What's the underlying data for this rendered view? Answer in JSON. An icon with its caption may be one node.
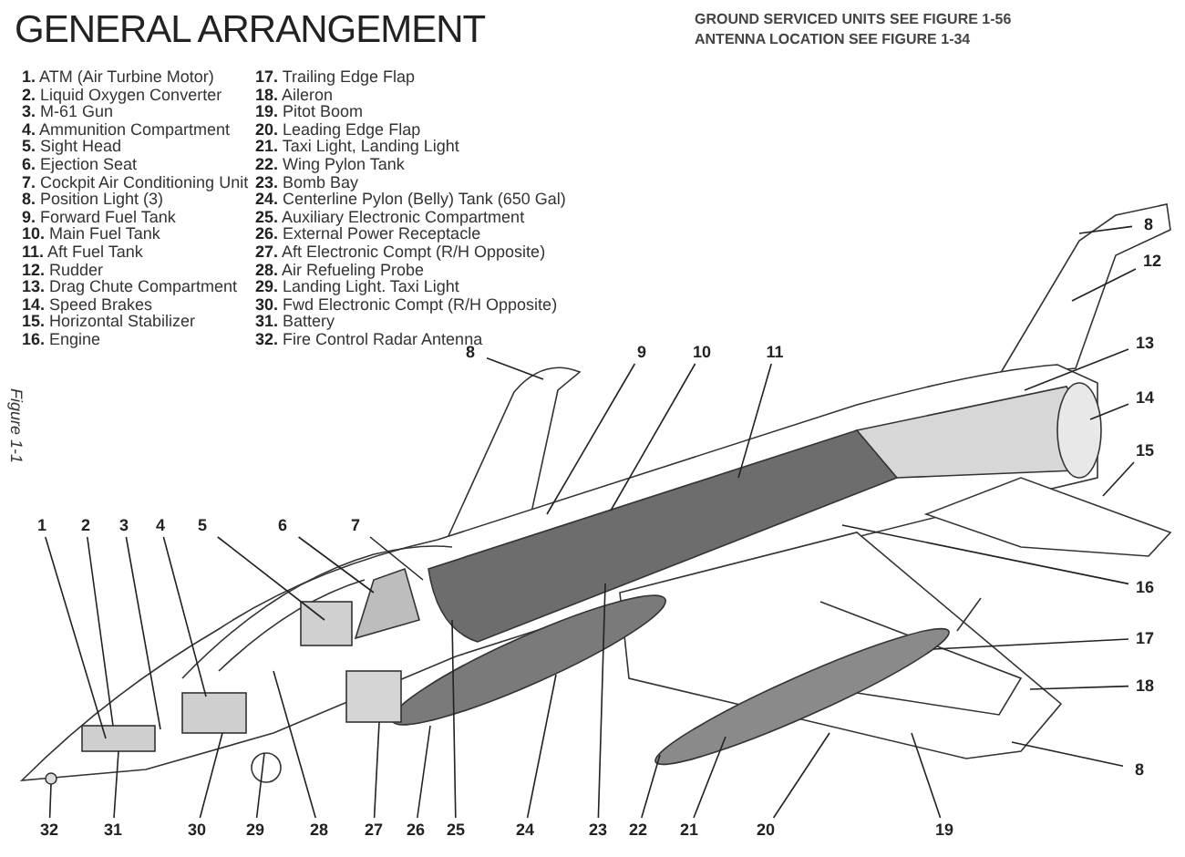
{
  "diagram": {
    "title": "GENERAL ARRANGEMENT",
    "caption": "Figure 1-1",
    "nodes": [
      {
        "text": [
          "8"
        ]
      },
      {
        "text": [
          "12"
        ]
      },
      {
        "text": [
          "13"
        ]
      },
      {
        "text": [
          "8"
        ]
      },
      {
        "text": [
          "9"
        ]
      },
      {
        "text": [
          "10"
        ]
      },
      {
        "text": [
          "11"
        ]
      },
      {
        "text": [
          "14"
        ]
      },
      {
        "text": [
          "15"
        ]
      },
      {
        "text": [
          "1"
        ]
      },
      {
        "text": [
          "2"
        ]
      },
      {
        "text": [
          "3"
        ]
      },
      {
        "text": [
          "4"
        ]
      },
      {
        "text": [
          "5"
        ]
      },
      {
        "text": [
          "6"
        ]
      },
      {
        "text": [
          "7"
        ]
      },
      {
        "text": [
          "16"
        ]
      },
      {
        "text": [
          "17"
        ]
      },
      {
        "text": [
          "18"
        ]
      },
      {
        "text": [
          "8"
        ]
      },
      {
        "text": [
          "32"
        ]
      },
      {
        "text": [
          "31"
        ]
      },
      {
        "text": [
          "30"
        ]
      },
      {
        "text": [
          "29"
        ]
      },
      {
        "text": [
          "28"
        ]
      },
      {
        "text": [
          "27"
        ]
      },
      {
        "text": [
          "26"
        ]
      },
      {
        "text": [
          "25"
        ]
      },
      {
        "text": [
          "24"
        ]
      },
      {
        "text": [
          "23"
        ]
      },
      {
        "text": [
          "22"
        ]
      },
      {
        "text": [
          "21"
        ]
      },
      {
        "text": [
          "20"
        ]
      },
      {
        "text": [
          "19"
        ]
      }
    ],
    "edges": [
      {
        "from": 0,
        "to": null,
        "arrow": "none"
      },
      {
        "from": 1,
        "to": null,
        "arrow": "none"
      },
      {
        "from": 2,
        "to": null,
        "arrow": "none"
      },
      {
        "from": 3,
        "to": null,
        "arrow": "none"
      },
      {
        "from": 4,
        "to": null,
        "arrow": "none"
      },
      {
        "from": 5,
        "to": null,
        "arrow": "none"
      },
      {
        "from": 6,
        "to": null,
        "arrow": "none"
      },
      {
        "from": 7,
        "to": null,
        "arrow": "none"
      },
      {
        "from": 8,
        "to": null,
        "arrow": "none"
      },
      {
        "from": 9,
        "to": null,
        "arrow": "none"
      },
      {
        "from": 10,
        "to": null,
        "arrow": "none"
      },
      {
        "from": 11,
        "to": null,
        "arrow": "none"
      },
      {
        "from": 12,
        "to": null,
        "arrow": "none"
      },
      {
        "from": 13,
        "to": null,
        "arrow": "none"
      },
      {
        "from": 14,
        "to": null,
        "arrow": "none"
      },
      {
        "from": 15,
        "to": null,
        "arrow": "none"
      },
      {
        "from": 16,
        "to": null,
        "arrow": "none"
      },
      {
        "from": 17,
        "to": null,
        "arrow": "none"
      },
      {
        "from": 18,
        "to": null,
        "arrow": "none"
      },
      {
        "from": 19,
        "to": null,
        "arrow": "none"
      },
      {
        "from": 20,
        "to": null,
        "arrow": "none"
      },
      {
        "from": 21,
        "to": null,
        "arrow": "none"
      },
      {
        "from": 22,
        "to": null,
        "arrow": "none"
      },
      {
        "from": 23,
        "to": null,
        "arrow": "none"
      },
      {
        "from": 24,
        "to": null,
        "arrow": "none"
      },
      {
        "from": 25,
        "to": null,
        "arrow": "none"
      },
      {
        "from": 26,
        "to": null,
        "arrow": "none"
      },
      {
        "from": 27,
        "to": null,
        "arrow": "none"
      },
      {
        "from": 28,
        "to": null,
        "arrow": "none"
      },
      {
        "from": 29,
        "to": null,
        "arrow": "none"
      },
      {
        "from": 30,
        "to": null,
        "arrow": "none"
      },
      {
        "from": 31,
        "to": null,
        "arrow": "none"
      },
      {
        "from": 32,
        "to": null,
        "arrow": "none"
      },
      {
        "from": 33,
        "to": null,
        "arrow": "none"
      }
    ],
    "labels": [
      "GROUND SERVICED UNITS SEE FIGURE 1-56",
      "ANTENNA LOCATION SEE FIGURE 1-34",
      "**1.** ATM (Air Turbine Motor)",
      "**2.** Liquid Oxygen Converter",
      "**3.** M-61 Gun",
      "**4.** Ammunition Compartment",
      "**5.** Sight Head",
      "**6.** Ejection Seat",
      "**7.** Cockpit Air Conditioning Unit",
      "**8.** Position Light (3)",
      "**9.** Forward Fuel Tank",
      "**10.** Main Fuel Tank",
      "**11.** Aft Fuel Tank",
      "**12.** Rudder",
      "**13.** Drag Chute Compartment",
      "**14.** Speed Brakes",
      "**15.** Horizontal Stabilizer",
      "**16.** Engine",
      "**17.** Trailing Edge Flap",
      "**18.** Aileron",
      "**19.** Pitot Boom",
      "**20.** Leading Edge Flap",
      "**21.** Taxi Light, Landing Light",
      "**22.** Wing Pylon Tank",
      "**23.** Bomb Bay",
      "**24.** Centerline Pylon (Belly) Tank (650 Gal)",
      "**25.** Auxiliary Electronic Compartment",
      "**26.** External Power Receptacle",
      "**27.** Aft Electronic Compt (R/H Opposite)",
      "**28.** Air Refueling Probe",
      "**29.** Landing Light. Taxi Light",
      "**30.** Fwd Electronic Compt (R/H Opposite)",
      "**31.** Battery",
      "**32.** Fire Control Radar Antenna"
    ]
  }
}
